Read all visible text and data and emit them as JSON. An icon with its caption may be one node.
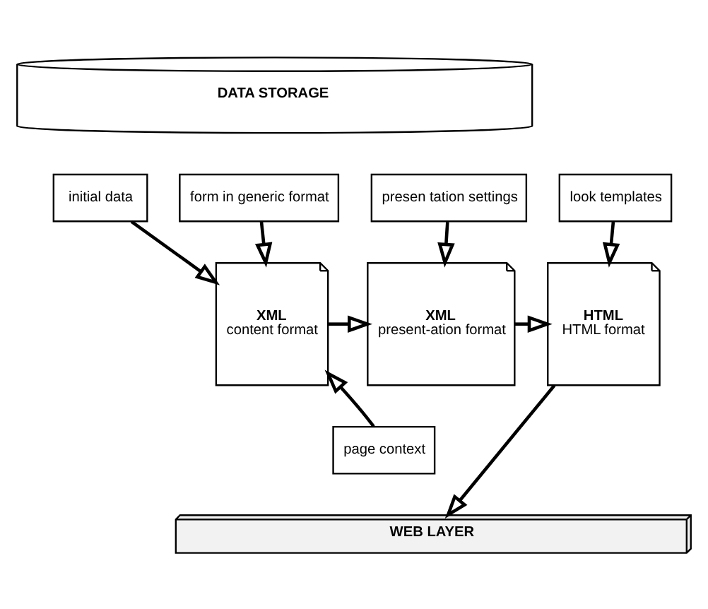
{
  "diagram": {
    "nodes": [
      {
        "text": [
          "DATA STORAGE"
        ]
      },
      {
        "text": [
          "form in generic format"
        ]
      },
      {
        "text": [
          "initial data"
        ]
      },
      {
        "text": [
          "presen tation settings"
        ]
      },
      {
        "text": [
          "look templates"
        ]
      },
      {
        "text": [
          "XML",
          "content format"
        ]
      },
      {
        "text": [
          "XML",
          "present-ation format"
        ]
      },
      {
        "text": [
          "HTML",
          "HTML format"
        ]
      },
      {
        "text": [
          "page context"
        ]
      },
      {
        "text": [
          "WEB LAYER"
        ]
      }
    ],
    "edges": [
      {
        "from": 1,
        "to": 5,
        "arrow": "to"
      },
      {
        "from": 2,
        "to": 5,
        "arrow": "to"
      },
      {
        "from": 3,
        "to": 6,
        "arrow": "to"
      },
      {
        "from": 4,
        "to": 7,
        "arrow": "to"
      },
      {
        "from": 5,
        "to": 6,
        "arrow": "to"
      },
      {
        "from": 6,
        "to": 7,
        "arrow": "to"
      },
      {
        "from": 8,
        "to": 5,
        "arrow": "to"
      },
      {
        "from": 7,
        "to": 9,
        "arrow": "to"
      }
    ]
  }
}
